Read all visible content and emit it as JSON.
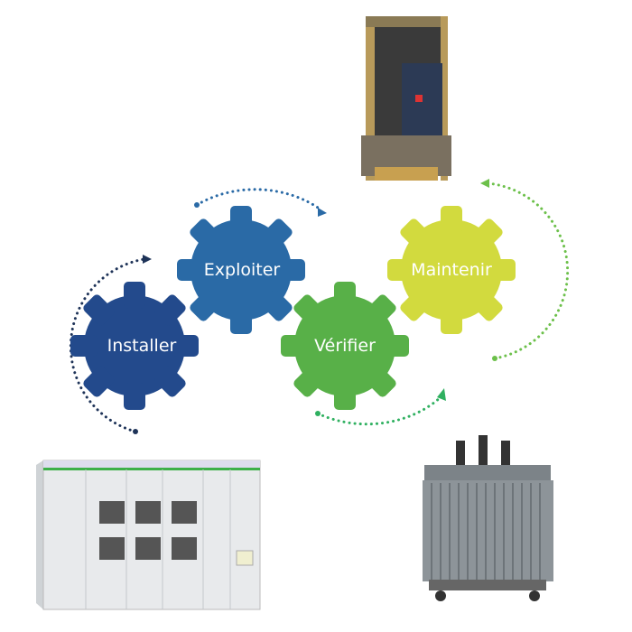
{
  "gears": [
    {
      "label": "Installer",
      "color": "#234a8c",
      "arrow_color": "#1e3358"
    },
    {
      "label": "Exploiter",
      "color": "#2a6aa6",
      "arrow_color": "#2a6aa6"
    },
    {
      "label": "Vérifier",
      "color": "#58b048",
      "arrow_color": "#2fb060"
    },
    {
      "label": "Maintenir",
      "color": "#d2da3e",
      "arrow_color": "#6cc04a"
    }
  ],
  "equipment": [
    "circuit-breaker",
    "switchboard",
    "transformer"
  ]
}
